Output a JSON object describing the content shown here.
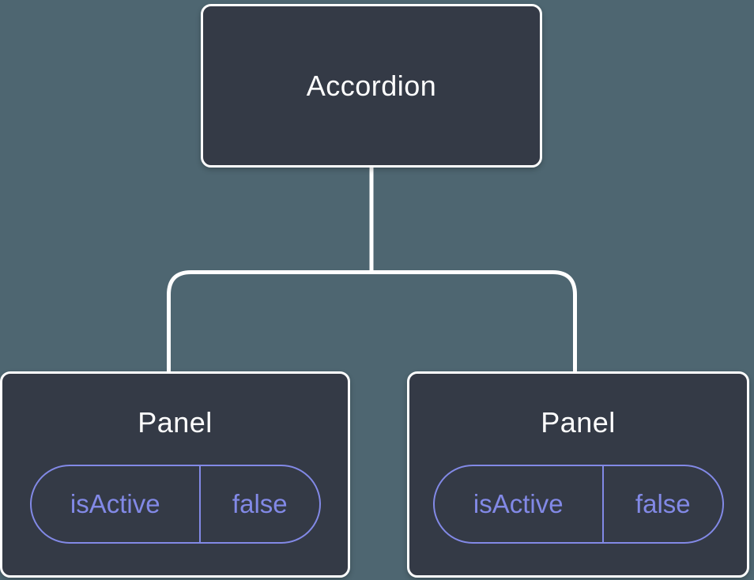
{
  "colors": {
    "background": "#4e6671",
    "node_fill": "#343a46",
    "node_border": "#ffffff",
    "connector": "#ffffff",
    "accent": "#8289e6",
    "text": "#ffffff"
  },
  "tree": {
    "root": {
      "label": "Accordion"
    },
    "children": [
      {
        "label": "Panel",
        "state_key": "isActive",
        "state_value": "false"
      },
      {
        "label": "Panel",
        "state_key": "isActive",
        "state_value": "false"
      }
    ]
  }
}
